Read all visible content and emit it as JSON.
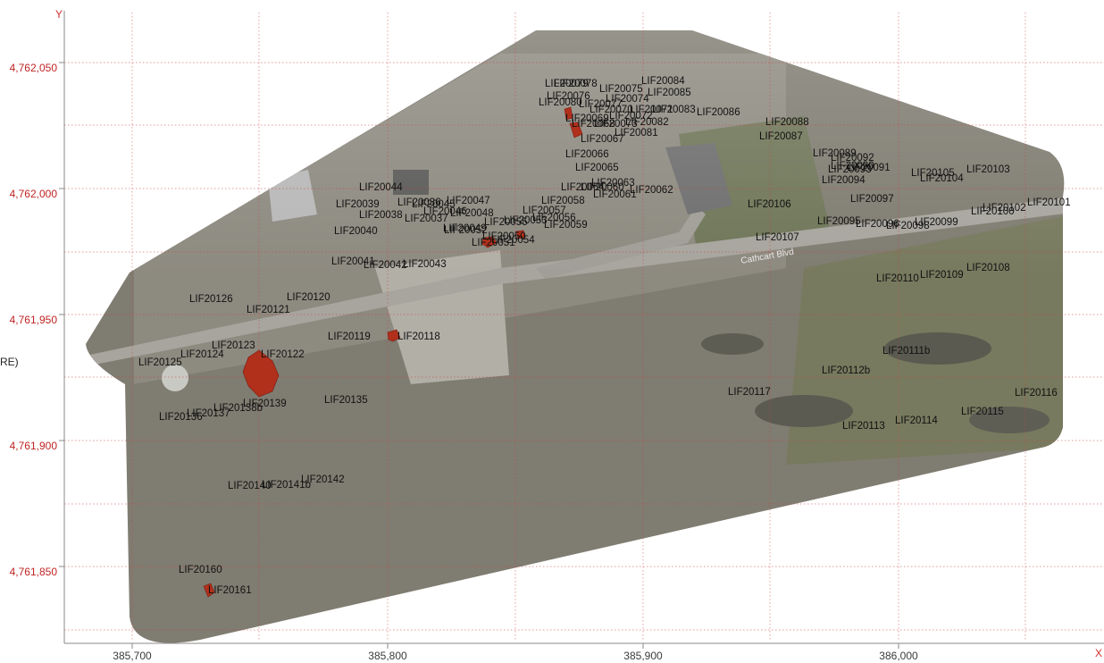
{
  "axes": {
    "x_name": "X",
    "y_name": "Y",
    "x_ticks": [
      "385,700",
      "385,800",
      "385,900",
      "386,000"
    ],
    "y_ticks": [
      "4,762,050",
      "4,762,000",
      "4,761,950",
      "4,761,900",
      "4,761,850"
    ],
    "grid": "dotted",
    "color_y": "#c02424",
    "color_x": "#3a3a3a"
  },
  "side_text": "RE)",
  "road_label": "Cathcart Blvd",
  "labels": [
    {
      "text": "LIF20078"
    },
    {
      "text": "LIF20079"
    },
    {
      "text": "LIF20076"
    },
    {
      "text": "LIF20075"
    },
    {
      "text": "LIF20084"
    },
    {
      "text": "LIF20074"
    },
    {
      "text": "LIF20085"
    },
    {
      "text": "LIF20080"
    },
    {
      "text": "LIF20077"
    },
    {
      "text": "LIF20070"
    },
    {
      "text": "LIF20071"
    },
    {
      "text": "LIF20083"
    },
    {
      "text": "LIF20072"
    },
    {
      "text": "LIF20069"
    },
    {
      "text": "LIF20082"
    },
    {
      "text": "LIF20086"
    },
    {
      "text": "LIF20068"
    },
    {
      "text": "LIF20073"
    },
    {
      "text": "LIF20081"
    },
    {
      "text": "LIF20067"
    },
    {
      "text": "LIF20088"
    },
    {
      "text": "LIF20087"
    },
    {
      "text": "LIF20066"
    },
    {
      "text": "LIF20065"
    },
    {
      "text": "LIF20063"
    },
    {
      "text": "LIF20064"
    },
    {
      "text": "LIF20060"
    },
    {
      "text": "LIF20061"
    },
    {
      "text": "LIF20062"
    },
    {
      "text": "LIF20058"
    },
    {
      "text": "LIF20057"
    },
    {
      "text": "LIF20056"
    },
    {
      "text": "LIF20059"
    },
    {
      "text": "LIF20055"
    },
    {
      "text": "LIF20053"
    },
    {
      "text": "LIF20052"
    },
    {
      "text": "LIF20050"
    },
    {
      "text": "LIF20054"
    },
    {
      "text": "LIF20051"
    },
    {
      "text": "LIF20047"
    },
    {
      "text": "LIF20048"
    },
    {
      "text": "LIF20046"
    },
    {
      "text": "LIF20045"
    },
    {
      "text": "LIF20044"
    },
    {
      "text": "LIF20039"
    },
    {
      "text": "LIF20036"
    },
    {
      "text": "LIF20038"
    },
    {
      "text": "LIF20037"
    },
    {
      "text": "LIF20049"
    },
    {
      "text": "LIF20040"
    },
    {
      "text": "LIF20041"
    },
    {
      "text": "LIF20042"
    },
    {
      "text": "LIF20043"
    },
    {
      "text": "LIF20089"
    },
    {
      "text": "LIF20092"
    },
    {
      "text": "LIF20090"
    },
    {
      "text": "LIF20093"
    },
    {
      "text": "LIF20091"
    },
    {
      "text": "LIF20094"
    },
    {
      "text": "LIF20105"
    },
    {
      "text": "LIF20104"
    },
    {
      "text": "LIF20103"
    },
    {
      "text": "LIF20106"
    },
    {
      "text": "LIF20097"
    },
    {
      "text": "LIF20101"
    },
    {
      "text": "LIF20102"
    },
    {
      "text": "LIF20100"
    },
    {
      "text": "LIF20095"
    },
    {
      "text": "LIF20096"
    },
    {
      "text": "LIF20098"
    },
    {
      "text": "LIF20099"
    },
    {
      "text": "LIF20107"
    },
    {
      "text": "LIF20108"
    },
    {
      "text": "LIF20109"
    },
    {
      "text": "LIF20110"
    },
    {
      "text": "LIF20126"
    },
    {
      "text": "LIF20120"
    },
    {
      "text": "LIF20121"
    },
    {
      "text": "LIF20119"
    },
    {
      "text": "LIF20118"
    },
    {
      "text": "LIF20123"
    },
    {
      "text": "LIF20124"
    },
    {
      "text": "LIF20122"
    },
    {
      "text": "LIF20125"
    },
    {
      "text": "LIF20111b"
    },
    {
      "text": "LIF20112b"
    },
    {
      "text": "LIF20117"
    },
    {
      "text": "LIF20116"
    },
    {
      "text": "LIF20135"
    },
    {
      "text": "LIF20139"
    },
    {
      "text": "LIF20138b"
    },
    {
      "text": "LIF20137"
    },
    {
      "text": "LIF20136"
    },
    {
      "text": "LIF20115"
    },
    {
      "text": "LIF20114"
    },
    {
      "text": "LIF20113"
    },
    {
      "text": "LIF20142"
    },
    {
      "text": "LIF20141b"
    },
    {
      "text": "LIF20140"
    },
    {
      "text": "LIF20160"
    },
    {
      "text": "LIF20161"
    }
  ],
  "colors": {
    "imagery_base": "#7f7c71",
    "imagery_veil": "#ffffff",
    "marker": "#b0301c",
    "grid": "#d04040"
  }
}
